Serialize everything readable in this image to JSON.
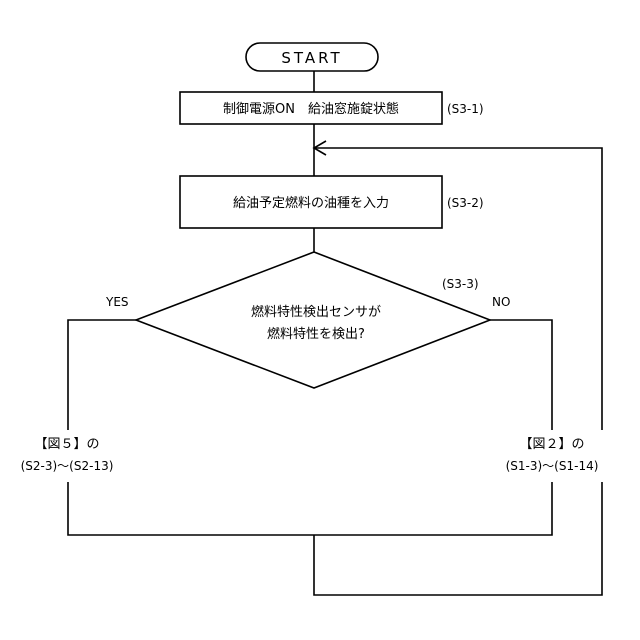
{
  "start": {
    "label": "START"
  },
  "steps": {
    "s3_1": {
      "text": "制御電源ON　給油窓施錠状態",
      "id": "(S3-1)"
    },
    "s3_2": {
      "text": "給油予定燃料の油種を入力",
      "id": "(S3-2)"
    }
  },
  "decision": {
    "line1": "燃料特性検出センサが",
    "line2": "燃料特性を検出?",
    "id": "(S3-3)",
    "yes_label": "YES",
    "no_label": "NO"
  },
  "branches": {
    "left": {
      "line1": "【図５】の",
      "line2": "(S2-3)〜(S2-13)"
    },
    "right": {
      "line1": "【図２】の",
      "line2": "(S1-3)〜(S1-14)"
    }
  }
}
